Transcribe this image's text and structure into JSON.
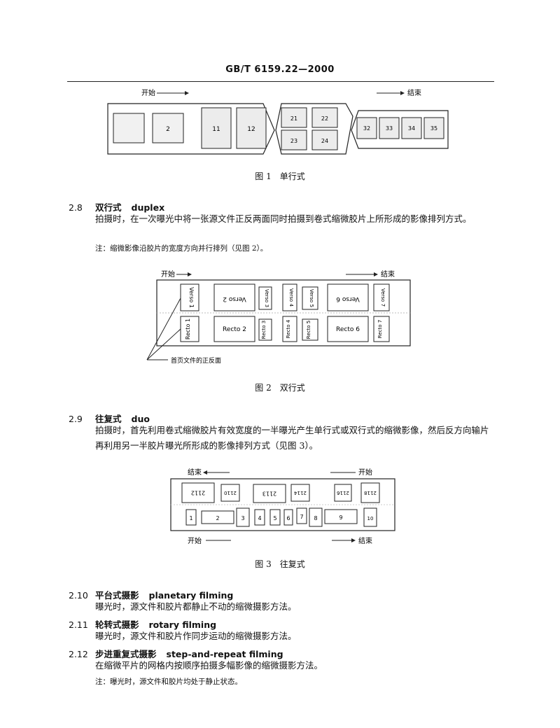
{
  "header": {
    "standard_code": "GB/T 6159.22—2000"
  },
  "fig1": {
    "start_label": "开始",
    "end_label": "结束",
    "frames": [
      "",
      "2",
      "11",
      "12",
      "21",
      "22",
      "23",
      "24",
      "32",
      "33",
      "34",
      "35"
    ],
    "caption": "图 1　单行式"
  },
  "sec_2_8": {
    "number": "2.8",
    "title_zh": "双行式",
    "title_en": "duplex",
    "text": "拍摄时，在一次曝光中将一张源文件正反两面同时拍摄到卷式缩微胶片上所形成的影像排列方式。",
    "note": "注：缩微影像沿胶片的宽度方向并行排列（见图 2）。"
  },
  "fig2": {
    "start_label": "开始",
    "end_label": "结束",
    "top_frames": [
      "Verso 1",
      "Verso 2",
      "Verso 3",
      "Verso 4",
      "Verso 5",
      "Verso 6",
      "Verso 7"
    ],
    "bottom_frames": [
      "Recto 1",
      "Recto 2",
      "Recto 3",
      "Recto 4",
      "Recto 5",
      "Recto 6",
      "Recto 7"
    ],
    "callout": "首页文件的正反面",
    "caption": "图 2　双行式"
  },
  "sec_2_9": {
    "number": "2.9",
    "title_zh": "往复式",
    "title_en": "duo",
    "text": "拍摄时，首先利用卷式缩微胶片有效宽度的一半曝光产生单行式或双行式的缩微影像，然后反方向输片再利用另一半胶片曝光所形成的影像排列方式（见图 3）。"
  },
  "fig3": {
    "top_left_label": "结束",
    "top_right_label": "开始",
    "bottom_left_label": "开始",
    "bottom_right_label": "结束",
    "top_frames": [
      "2112",
      "2110",
      "2113",
      "2114",
      "2116",
      "2118"
    ],
    "bottom_frames": [
      "1",
      "2",
      "3",
      "4",
      "5",
      "6",
      "7",
      "8",
      "9",
      "10"
    ],
    "caption": "图 3　往复式"
  },
  "sec_2_10": {
    "number": "2.10",
    "title_zh": "平台式摄影",
    "title_en": "planetary filming",
    "text": "曝光时，源文件和胶片都静止不动的缩微摄影方法。"
  },
  "sec_2_11": {
    "number": "2.11",
    "title_zh": "轮转式摄影",
    "title_en": "rotary filming",
    "text": "曝光时，源文件和胶片作同步运动的缩微摄影方法。"
  },
  "sec_2_12": {
    "number": "2.12",
    "title_zh": "步进重复式摄影",
    "title_en": "step-and-repeat filming",
    "text": "在缩微平片的网格内按顺序拍摄多幅影像的缩微摄影方法。",
    "note": "注：曝光时，源文件和胶片均处于静止状态。"
  }
}
